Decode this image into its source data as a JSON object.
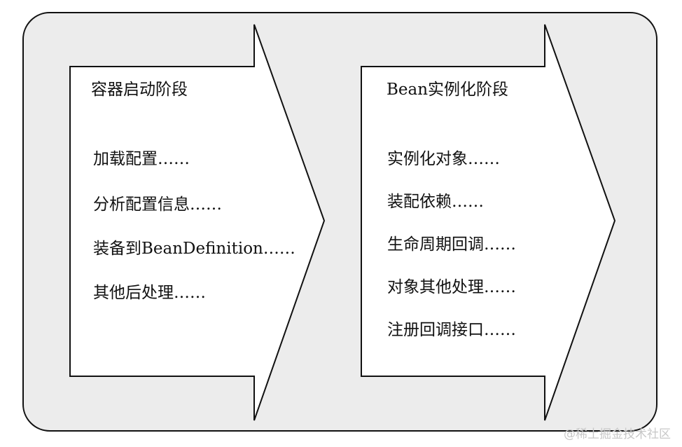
{
  "colors": {
    "background_panel": "#ececec",
    "arrow_fill": "#ffffff",
    "stroke": "#111111",
    "watermark": "#c8c8c8"
  },
  "stages": [
    {
      "title": "容器启动阶段",
      "items": [
        "加载配置……",
        "分析配置信息……",
        "装备到BeanDefinition……",
        "其他后处理……"
      ]
    },
    {
      "title": "Bean实例化阶段",
      "items": [
        "实例化对象……",
        "装配依赖……",
        "生命周期回调……",
        "对象其他处理……",
        "注册回调接口……"
      ]
    }
  ],
  "watermark": "@稀土掘金技术社区"
}
